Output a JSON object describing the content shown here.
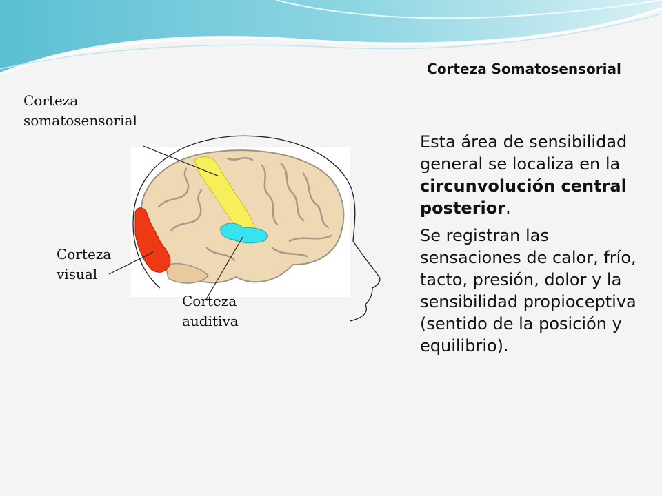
{
  "slide": {
    "title": "Corteza Somatosensorial",
    "paragraph1": {
      "text_before": "Esta área de sensibilidad general se localiza en la ",
      "bold": "circunvolución central posterior",
      "text_after": "."
    },
    "paragraph2": "Se registran las sensaciones de calor, frío, tacto, presión, dolor y la sensibilidad propioceptiva (sentido de la posición y equilibrio).",
    "labels": {
      "somato_line1": "Corteza",
      "somato_line2": "somatosensorial",
      "visual_line1": "Corteza",
      "visual_line2": "visual",
      "auditiva_line1": "Corteza",
      "auditiva_line2": "auditiva"
    }
  },
  "colors": {
    "somatosensory": "#f7ef5a",
    "visual": "#ee3a14",
    "auditory": "#36e3ef",
    "brain": "#efd8b4",
    "wave_teal": "#63c3d6"
  }
}
